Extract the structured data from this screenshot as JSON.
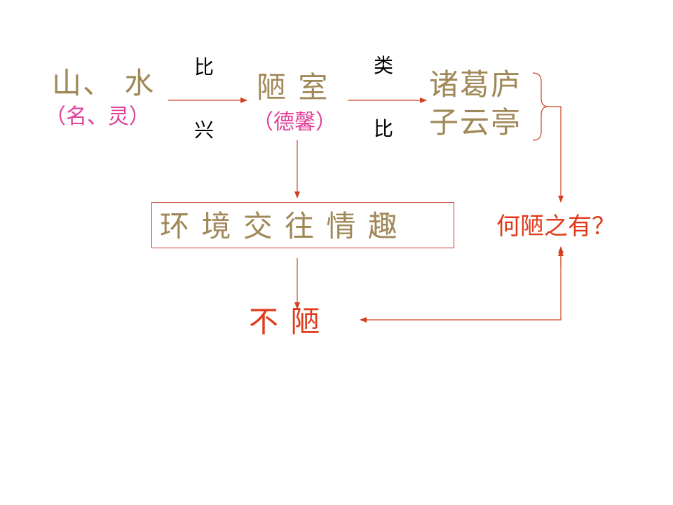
{
  "colors": {
    "gold": "#a08858",
    "pink": "#e0409a",
    "red": "#e03a1a",
    "arrow": "#d04020"
  },
  "nodes": {
    "shan_shui": "山、  水",
    "shan_shui_note": "（名、灵）",
    "lou_shi": "陋  室",
    "lou_shi_note": "（德馨）",
    "ancient_line1": "诸葛庐",
    "ancient_line2": "子云亭",
    "qualities": "环 境  交 往  情 趣",
    "bu_lou": "不  陋",
    "question": "何陋之有？"
  },
  "edge_labels": {
    "bi_top": "比",
    "xing_bottom": "兴",
    "lei_top": "类",
    "bi_bottom": "比"
  }
}
